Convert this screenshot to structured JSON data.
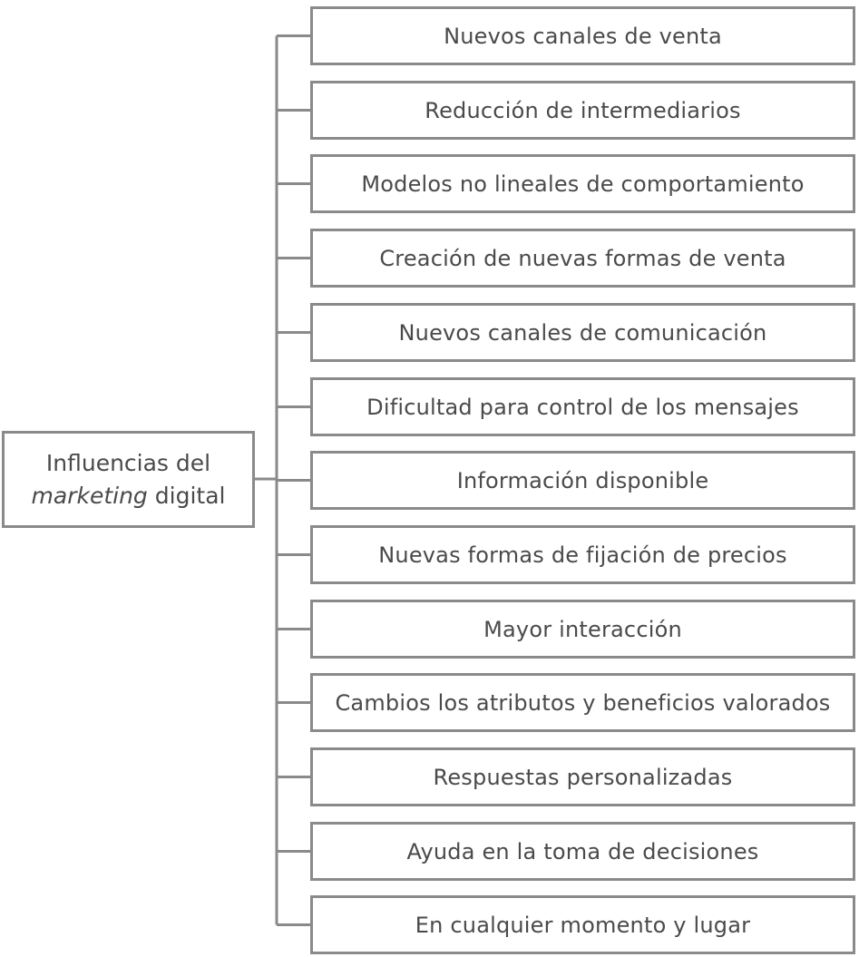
{
  "root": {
    "line1": "Influencias del",
    "line2_italic": "marketing",
    "line2_rest": "digital"
  },
  "items": [
    "Nuevos canales de venta",
    "Reducción de intermediarios",
    "Modelos no lineales de comportamiento",
    "Creación de nuevas formas de venta",
    "Nuevos canales de comunicación",
    "Dificultad para control de los mensajes",
    "Información disponible",
    "Nuevas formas de fijación de precios",
    "Mayor interacción",
    "Cambios los atributos y beneficios valorados",
    "Respuestas personalizadas",
    "Ayuda en la toma de decisiones",
    "En cualquier momento y lugar"
  ],
  "colors": {
    "border": "#8a8a8a",
    "text": "#4a4a4a"
  }
}
